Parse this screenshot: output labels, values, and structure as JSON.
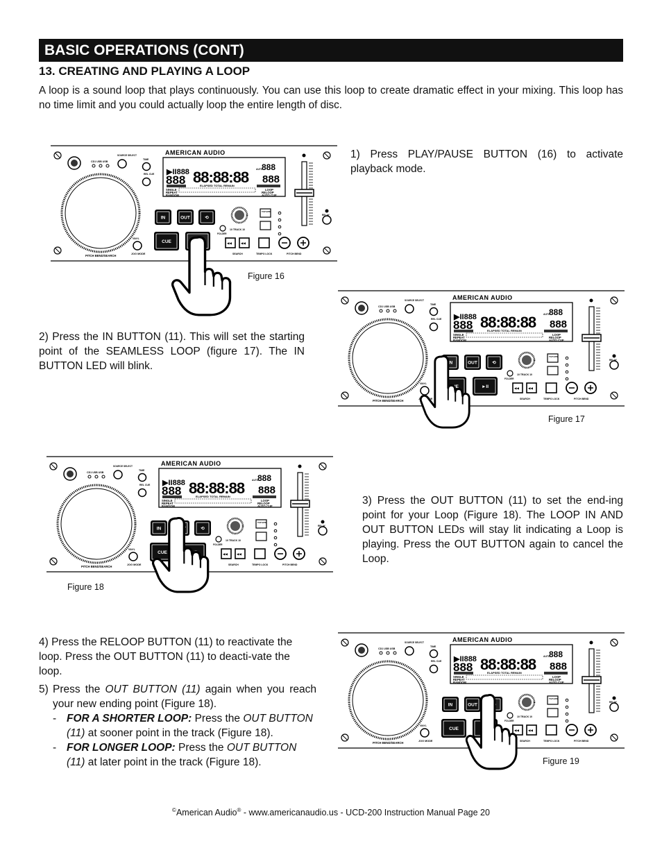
{
  "header": {
    "title": "BASIC OPERATIONS (CONT)"
  },
  "section": {
    "title": "13. CREATING AND PLAYING A LOOP"
  },
  "intro": "A loop is a sound loop that plays continuously. You can use this loop to create dramatic effect in your mixing. This loop has no time limit and you could actually loop the entire length of disc.",
  "steps": {
    "s1": "1) Press PLAY/PAUSE BUTTON (16) to activate playback mode.",
    "s2": "2) Press the IN BUTTON (11). This will set the starting point of the SEAMLESS LOOP (figure 17). The IN BUTTON LED will blink.",
    "s3": "3) Press the OUT BUTTON (11) to set the end-ing point for your Loop (Figure 18). The LOOP IN AND OUT BUTTON LEDs will stay lit indicating a Loop is playing. Press the OUT BUTTON again to cancel the Loop.",
    "s4": "4) Press the RELOOP BUTTON (11) to reactivate the loop. Press the OUT BUTTON (11) to deacti-vate the loop.",
    "s5": {
      "num": "5)",
      "a": "Press the ",
      "b": "OUT BUTTON (11)",
      "c": " again when you reach your new ending point (Figure 18).",
      "d1_dash": "-",
      "d1_bold": "FOR A SHORTER LOOP:",
      "d1_a": " Press the ",
      "d1_it": "OUT BUTTON (11)",
      "d1_b": " at sooner point in the track (Figure 18).",
      "d2_dash": "-",
      "d2_bold": "FOR LONGER LOOP:",
      "d2_a": " Press the ",
      "d2_it": "OUT BUTTON (11)",
      "d2_b": " at later point in the track (Figure 18)."
    }
  },
  "figures": {
    "f16": "Figure 16",
    "f17": "Figure 17",
    "f18": "Figure 18",
    "f19": "Figure 19"
  },
  "device": {
    "brand": "AMERICAN AUDIO",
    "in": "IN",
    "out": "OUT",
    "cue": "CUE",
    "play": "►II",
    "time": "88:88:88",
    "digits": "888",
    "labels": {
      "pitch_bend": "PITCH BEND/SEARCH",
      "elapsed": "ELAPSED TOTAL REMAIN",
      "single": "SINGLE",
      "repeat": "REPEAT",
      "random": "RANDOM",
      "track": "TRACK",
      "loop": "LOOP",
      "reloop": "RELOOP",
      "auto_cue": "AUTO CUE",
      "cd1_usb": "CD1 USB USB",
      "source_select": "SOURCE SELECT",
      "time_key": "TIME",
      "rel_cue": "REL CUE",
      "folder": "FOLDER",
      "track_key": "10 TRACK 10",
      "search": "SEARCH",
      "tempo_lock": "TEMPO LOCK",
      "pitch_bend_r": "PITCH BEND",
      "tap_bpm": "TAP BPM",
      "jog_mode": "JOG MODE",
      "vinyl": "VINYL",
      "relay": "RELAY"
    }
  },
  "footer": {
    "copy": "©",
    "brand": "American Audio",
    "reg": "®",
    "rest": " - www.americanaudio.us - UCD-200 Instruction Manual Page 20"
  }
}
